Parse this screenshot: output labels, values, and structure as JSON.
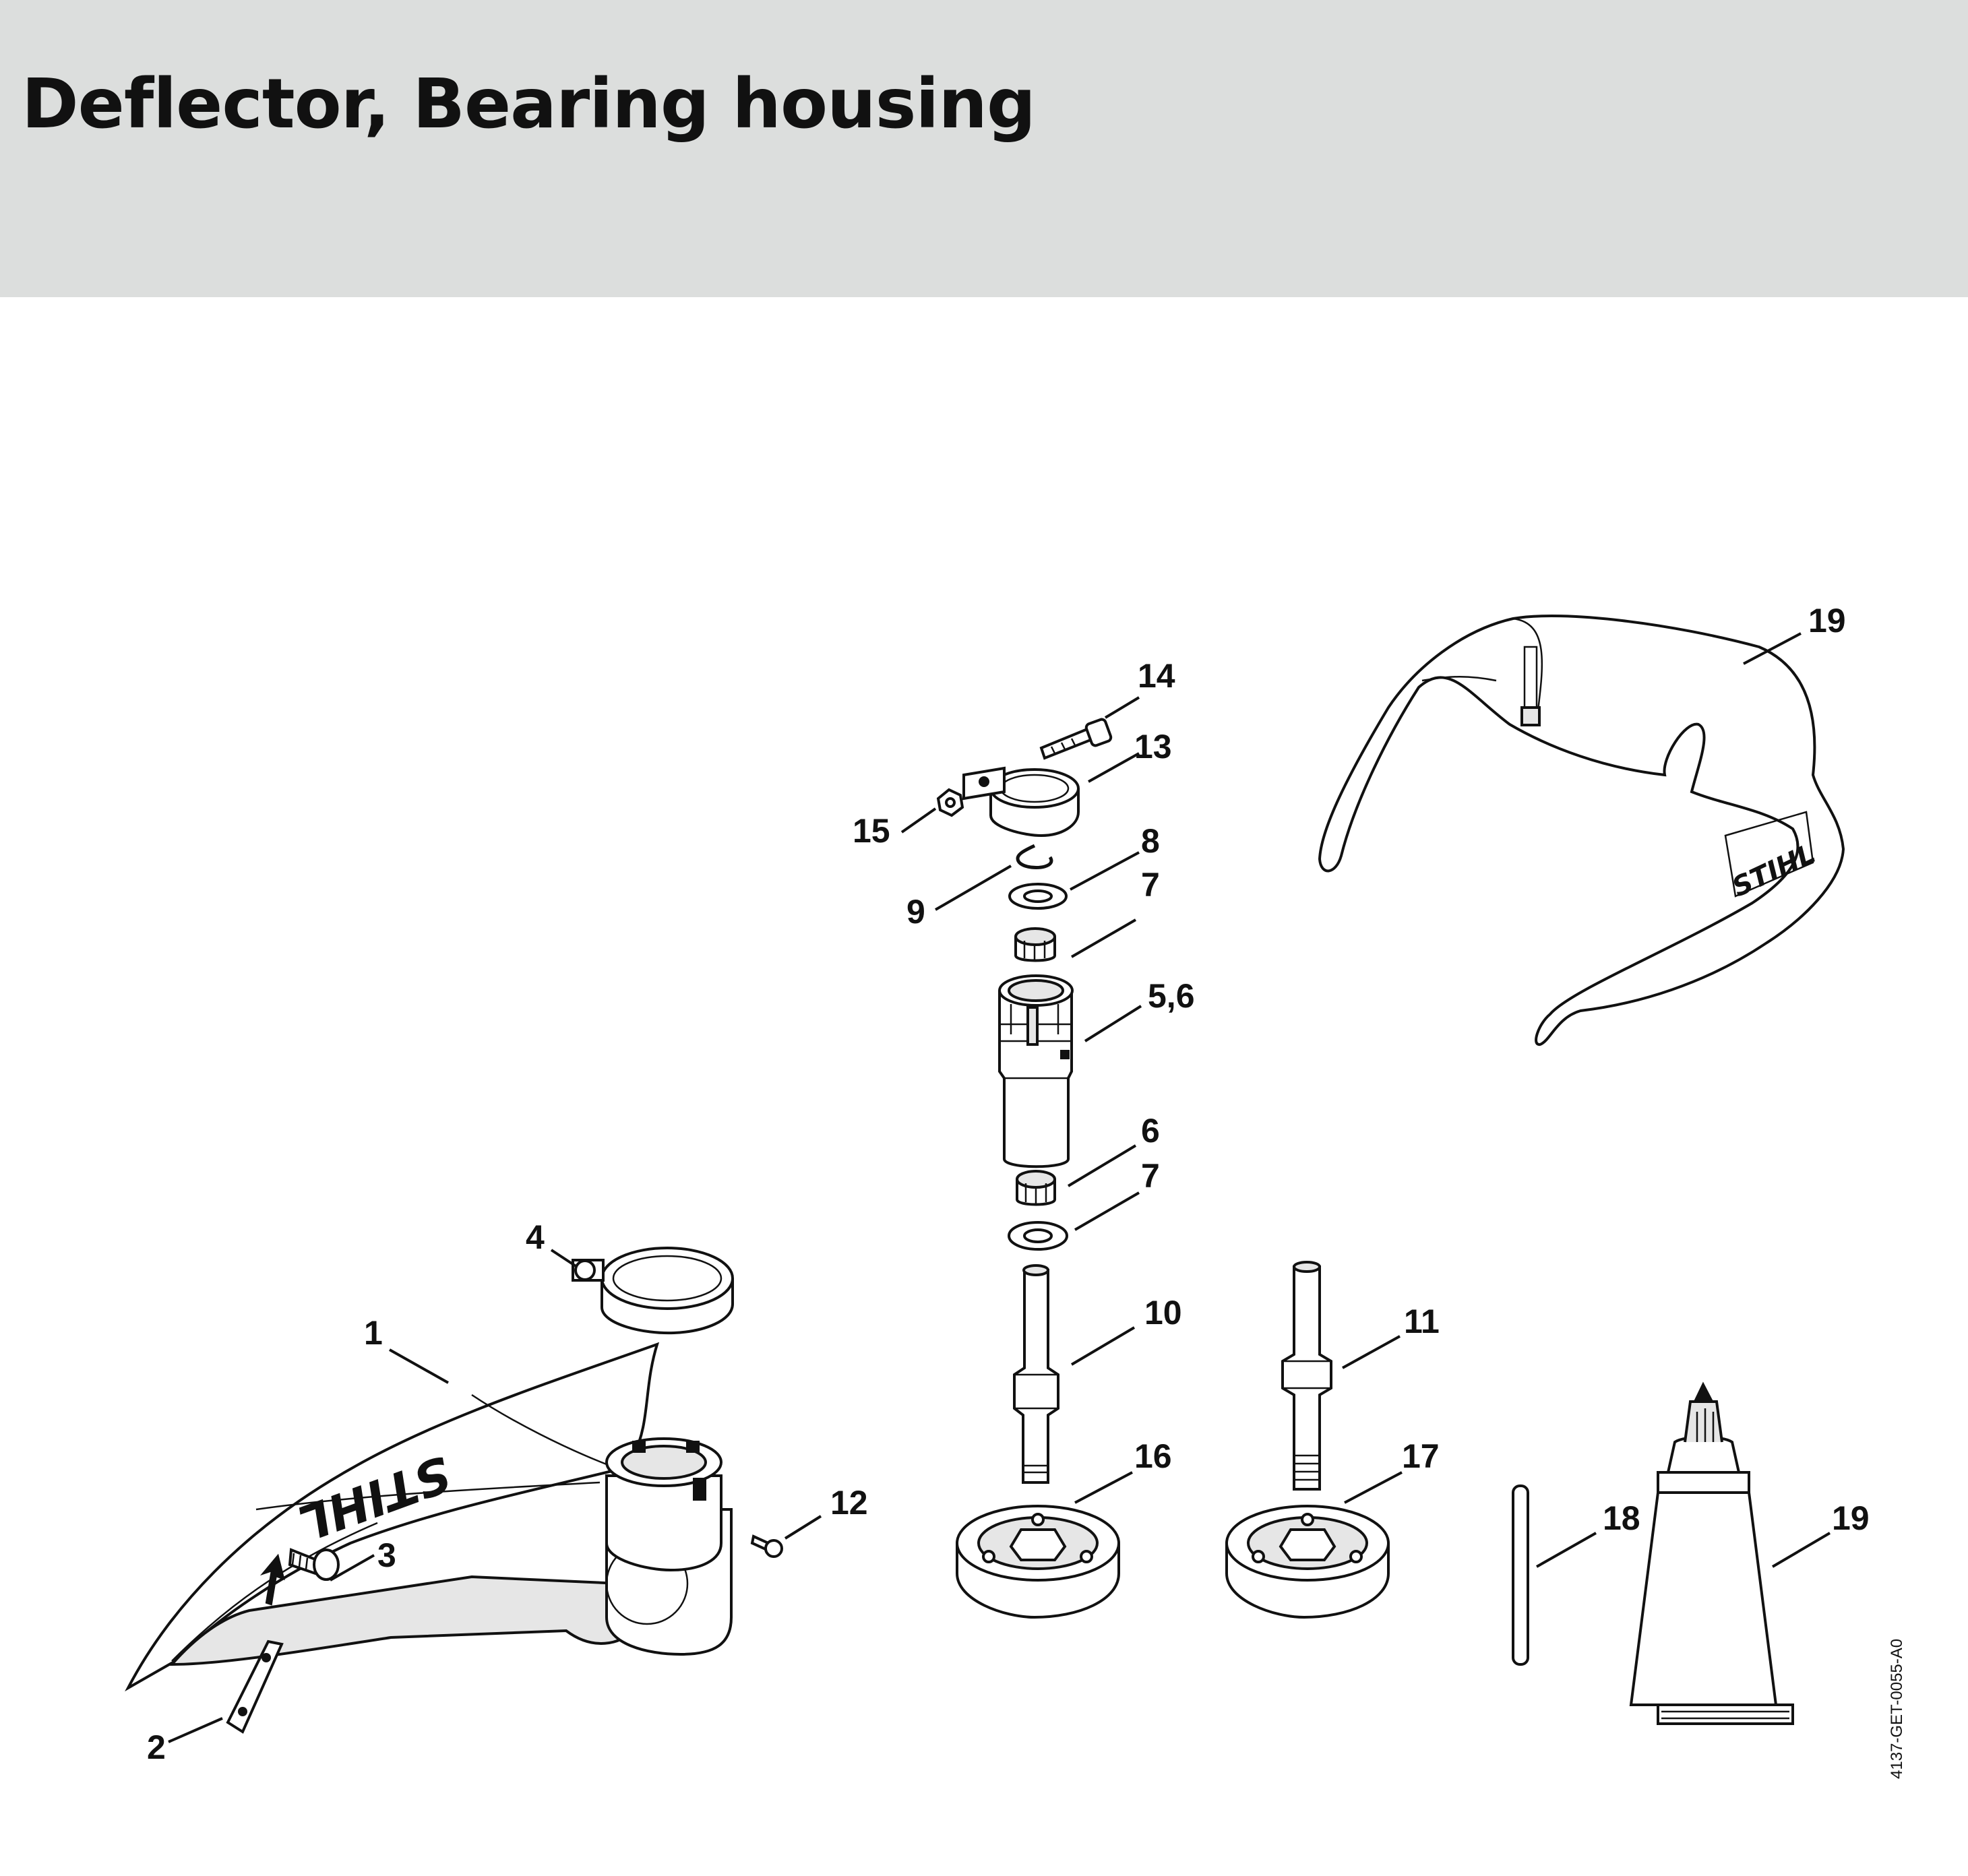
{
  "header": {
    "title": "Deflector, Bearing housing"
  },
  "callouts": [
    {
      "id": "c1",
      "label": "1"
    },
    {
      "id": "c2",
      "label": "2"
    },
    {
      "id": "c3",
      "label": "3"
    },
    {
      "id": "c4",
      "label": "4"
    },
    {
      "id": "c56",
      "label": "5,6"
    },
    {
      "id": "c6",
      "label": "6"
    },
    {
      "id": "c7a",
      "label": "7"
    },
    {
      "id": "c7b",
      "label": "7"
    },
    {
      "id": "c8",
      "label": "8"
    },
    {
      "id": "c9",
      "label": "9"
    },
    {
      "id": "c10",
      "label": "10"
    },
    {
      "id": "c11",
      "label": "11"
    },
    {
      "id": "c12",
      "label": "12"
    },
    {
      "id": "c13",
      "label": "13"
    },
    {
      "id": "c14",
      "label": "14"
    },
    {
      "id": "c15",
      "label": "15"
    },
    {
      "id": "c16",
      "label": "16"
    },
    {
      "id": "c17",
      "label": "17"
    },
    {
      "id": "c18",
      "label": "18"
    },
    {
      "id": "c19a",
      "label": "19"
    },
    {
      "id": "c19b",
      "label": "19"
    }
  ],
  "deflector_logo": "STIHL",
  "glasses_logo": "STIHL",
  "drawing_number": "4137-GET-0055-A0",
  "colors": {
    "header_background": "#dcdedd",
    "line_art": "#111111"
  }
}
